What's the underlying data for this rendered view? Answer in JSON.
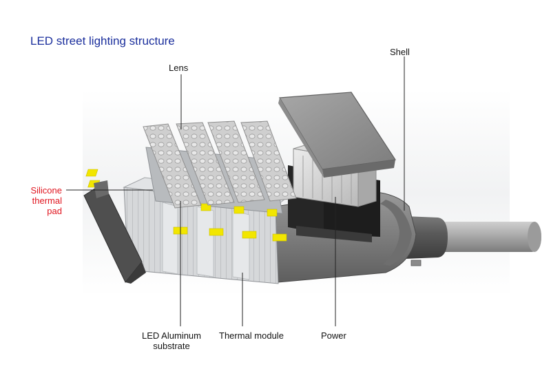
{
  "title": "LED street lighting structure",
  "labels": {
    "lens": "Lens",
    "shell": "Shell",
    "silicone_pad": [
      "Silicone",
      "thermal",
      "pad"
    ],
    "led_substrate": [
      "LED Aluminum",
      "substrate"
    ],
    "thermal_module": "Thermal module",
    "power": "Power"
  },
  "colors": {
    "title": "#1a2e9c",
    "silicone_label": "#e0141e",
    "leader_line": "#222222",
    "silicone_pad_fill": "#f2e600",
    "lens_fill": "#c9c9c9",
    "housing_fill": "#8a8a8a",
    "pole_fill": "#a5a5a5"
  }
}
